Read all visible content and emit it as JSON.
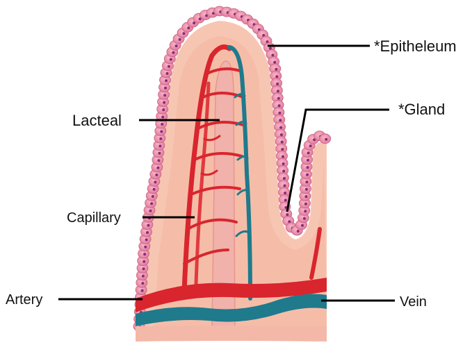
{
  "labels": {
    "epitheleum": "*Epitheleum",
    "gland": "*Gland",
    "lacteal": "Lacteal",
    "capillary": "Capillary",
    "artery": "Artery",
    "vein": "Vein"
  },
  "colors": {
    "epithelium_cell": "#e98aa6",
    "epithelium_nucleus": "#8a2a7e",
    "tissue": "#f6c2ad",
    "lacteal": "#f3b7b0",
    "artery": "#d9252e",
    "vein": "#1f7a8c",
    "leader": "#000000"
  }
}
